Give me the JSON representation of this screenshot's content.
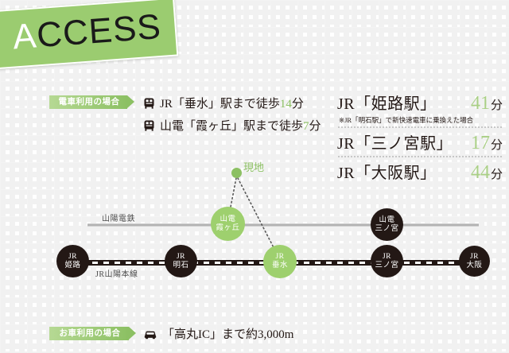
{
  "banner": {
    "text_white": "A",
    "text_dark": "CCESS",
    "full": "ACCESS"
  },
  "train_section": {
    "tag": "電車利用の場合",
    "items": [
      {
        "icon": "train-icon",
        "text_pre": "JR「垂水」駅まで徒歩",
        "number": "14",
        "unit": "分"
      },
      {
        "icon": "train-icon",
        "text_pre": "山電「霞ヶ丘」駅まで徒歩",
        "number": "7",
        "unit": "分"
      }
    ]
  },
  "car_section": {
    "tag": "お車利用の場合",
    "icon": "car-icon",
    "text": "「高丸IC」まで約3,000m"
  },
  "times": {
    "rows": [
      {
        "station": "JR「姫路駅」",
        "value": "41",
        "unit": "分",
        "note": "※JR「明石駅」で新快速電車に乗換えた場合"
      },
      {
        "station": "JR「三ノ宮駅」",
        "value": "17",
        "unit": "分",
        "note": ""
      },
      {
        "station": "JR「大阪駅」",
        "value": "44",
        "unit": "分",
        "note": ""
      }
    ]
  },
  "map": {
    "site": {
      "label": "現地",
      "marker": "site-dot"
    },
    "lines": [
      {
        "name": "山陽電鉄",
        "type": "gray"
      },
      {
        "name": "JR山陽本線",
        "type": "jr"
      }
    ],
    "stations": [
      {
        "id": "jr-himeji",
        "line1": "JR",
        "line2": "姫路",
        "style": "dark"
      },
      {
        "id": "jr-akashi",
        "line1": "JR",
        "line2": "明石",
        "style": "dark"
      },
      {
        "id": "jr-tarumi",
        "line1": "JR",
        "line2": "垂水",
        "style": "green"
      },
      {
        "id": "jr-sannomiya",
        "line1": "JR",
        "line2": "三ノ宮",
        "style": "dark"
      },
      {
        "id": "jr-osaka",
        "line1": "JR",
        "line2": "大阪",
        "style": "dark"
      },
      {
        "id": "sd-kasumigaoka",
        "line1": "山電",
        "line2": "霞ヶ丘",
        "style": "green"
      },
      {
        "id": "sd-sannomiya",
        "line1": "山電",
        "line2": "三ノ宮",
        "style": "dark"
      }
    ]
  },
  "colors": {
    "green": "#8cc063",
    "green_light": "#9ed06e",
    "banner_green": "#9bcc70",
    "dark": "#231815",
    "gray_line": "#b3b3b3"
  }
}
